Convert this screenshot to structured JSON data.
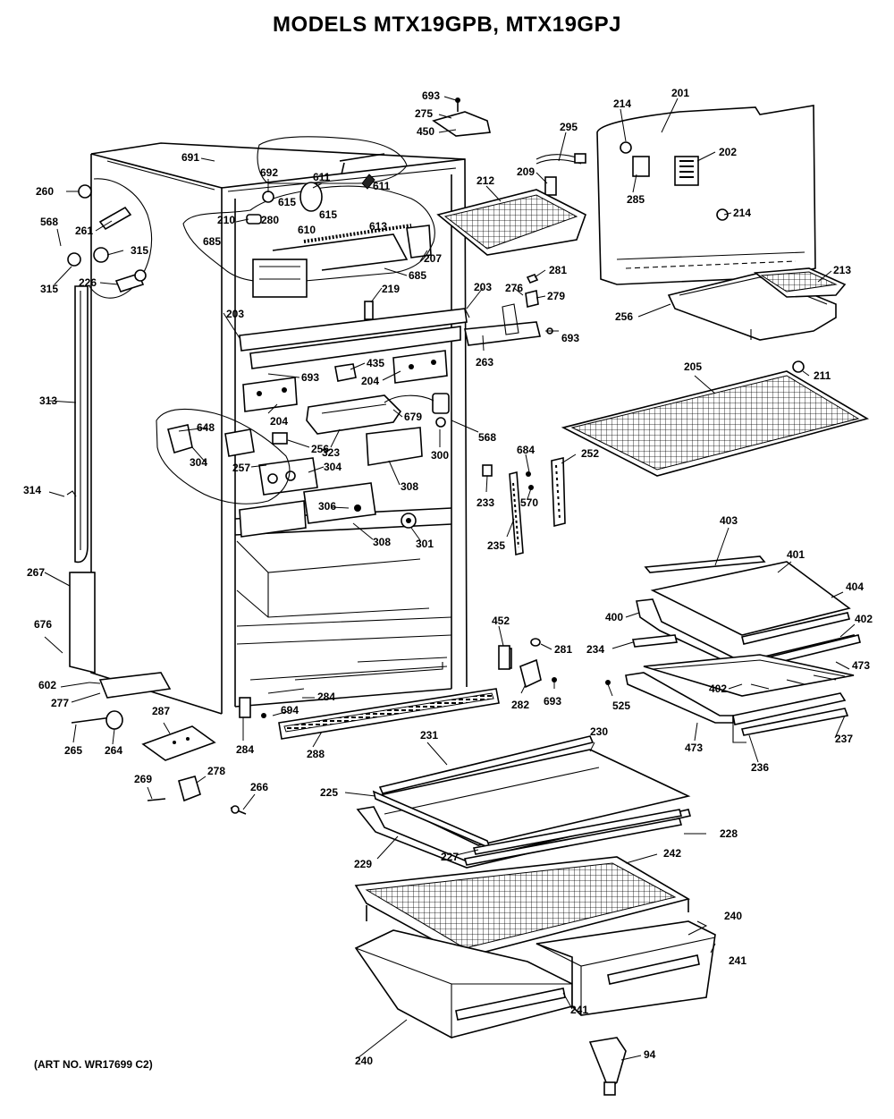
{
  "title": "MODELS MTX19GPB, MTX19GPJ",
  "art_note": "(ART NO. WR17699 C2)",
  "callouts": {
    "c693a": "693",
    "c275": "275",
    "c450": "450",
    "c295": "295",
    "c214a": "214",
    "c201": "201",
    "c691": "691",
    "c692": "692",
    "c611a": "611",
    "c611b": "611",
    "c209": "209",
    "c202": "202",
    "c285": "285",
    "c260": "260",
    "c615a": "615",
    "c615b": "615",
    "c212": "212",
    "c214b": "214",
    "c568a": "568",
    "c261": "261",
    "c210": "210",
    "c280": "280",
    "c610": "610",
    "c613": "613",
    "c685a": "685",
    "c207": "207",
    "c315a": "315",
    "c315b": "315",
    "c226a": "226",
    "c685b": "685",
    "c281a": "281",
    "c213": "213",
    "c219": "219",
    "c203a": "203",
    "c276": "276",
    "c279": "279",
    "c203b": "203",
    "c256a": "256",
    "c263": "263",
    "c693b": "693",
    "c205": "205",
    "c211": "211",
    "c313": "313",
    "c693c": "693",
    "c435": "435",
    "c204a": "204",
    "c648": "648",
    "c204b": "204",
    "c679": "679",
    "c568b": "568",
    "c256b": "256",
    "c323": "323",
    "c300": "300",
    "c684": "684",
    "c252": "252",
    "c304a": "304",
    "c257": "257",
    "c304b": "304",
    "c308a": "308",
    "c233": "233",
    "c570": "570",
    "c314": "314",
    "c306": "306",
    "c308b": "308",
    "c301": "301",
    "c235": "235",
    "c403": "403",
    "c401": "401",
    "c267": "267",
    "c404": "404",
    "c400": "400",
    "c402a": "402",
    "c676": "676",
    "c452": "452",
    "c281b": "281",
    "c234": "234",
    "c473a": "473",
    "c402b": "402",
    "c602": "602",
    "c277": "277",
    "c284a": "284",
    "c282": "282",
    "c693d": "693",
    "c525": "525",
    "c694": "694",
    "c287": "287",
    "c237": "237",
    "c473b": "473",
    "c265": "265",
    "c264": "264",
    "c284b": "284",
    "c288": "288",
    "c231": "231",
    "c230": "230",
    "c236": "236",
    "c269": "269",
    "c278": "278",
    "c266": "266",
    "c225": "225",
    "c228": "228",
    "c227": "227",
    "c242": "242",
    "c229": "229",
    "c240a": "240",
    "c241a": "241",
    "c241b": "241",
    "c240b": "240",
    "c94": "94"
  }
}
